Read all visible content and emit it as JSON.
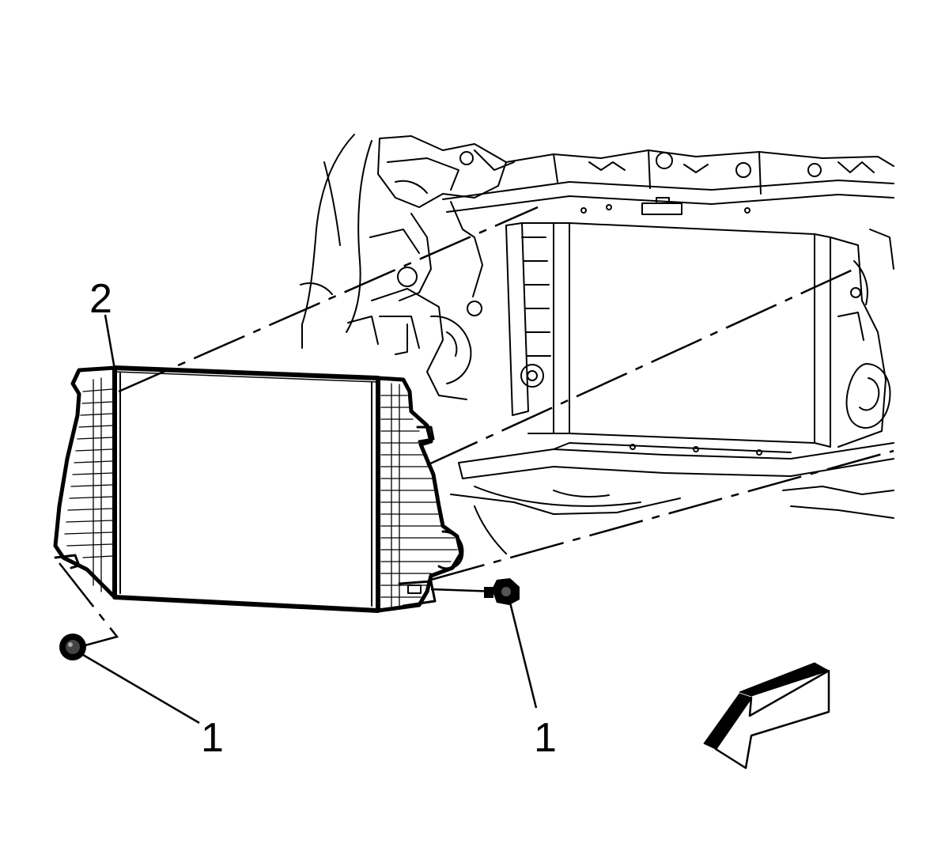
{
  "callouts": {
    "radiator_label": "2",
    "bolt_left_label": "1",
    "bolt_right_label": "1"
  },
  "colors": {
    "line": "#000000",
    "background": "#ffffff"
  },
  "icons": {
    "direction_arrow": "front-of-vehicle-arrow-icon"
  }
}
